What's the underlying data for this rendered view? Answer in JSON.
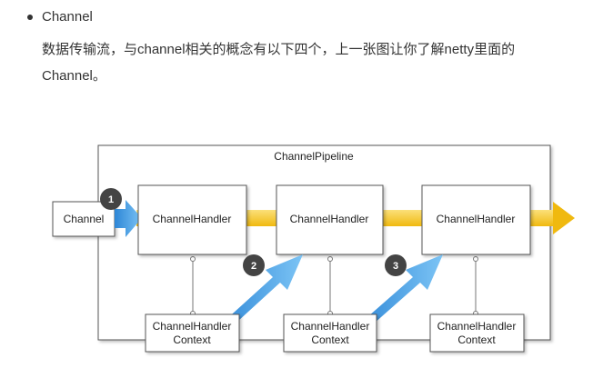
{
  "section": {
    "bullet_title": "Channel",
    "paragraph_line1": "数据传输流，与channel相关的概念有以下四个，上一张图让你了解netty里面的",
    "paragraph_line2": "Channel。"
  },
  "diagram": {
    "pipeline_label": "ChannelPipeline",
    "channel_label": "Channel",
    "handlers": [
      "ChannelHandler",
      "ChannelHandler",
      "ChannelHandler"
    ],
    "contexts": [
      {
        "line1": "ChannelHandler",
        "line2": "Context"
      },
      {
        "line1": "ChannelHandler",
        "line2": "Context"
      },
      {
        "line1": "ChannelHandler",
        "line2": "Context"
      }
    ],
    "badges": [
      "1",
      "2",
      "3"
    ],
    "colors": {
      "flow_arrow": "#f5c518",
      "blue_arrow": "#4da3e6",
      "badge": "#444444",
      "box_border": "#555555"
    }
  }
}
